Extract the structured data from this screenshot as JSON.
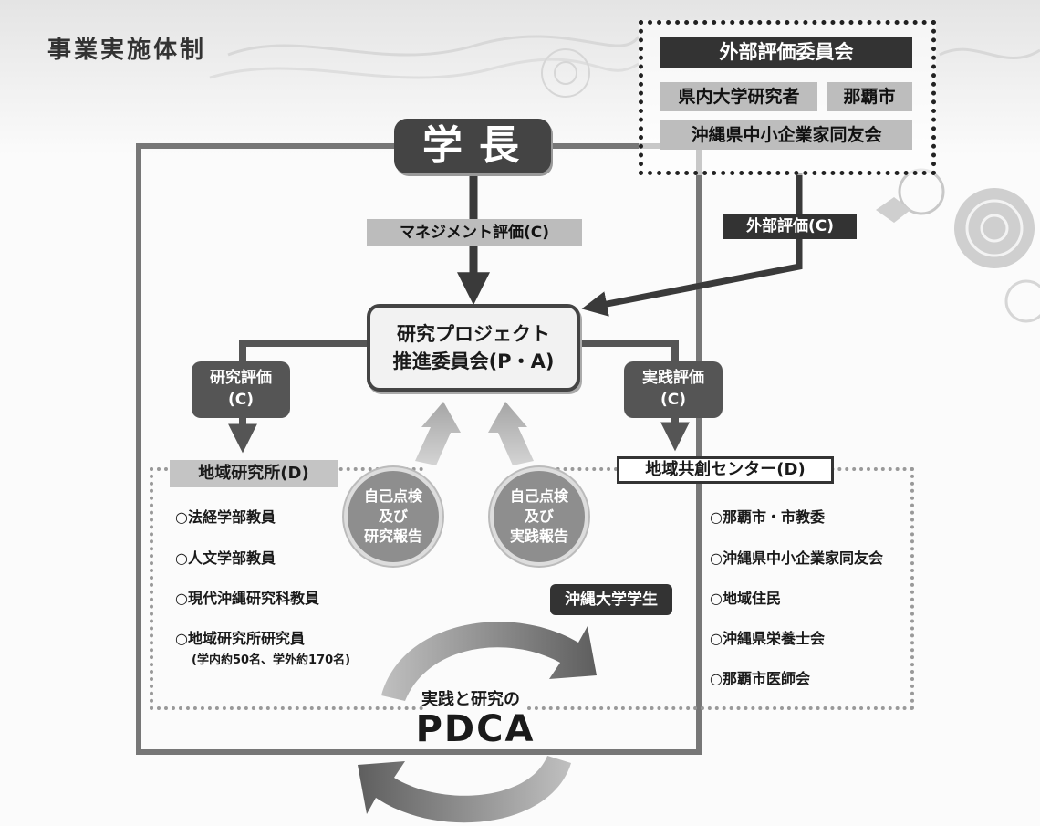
{
  "title": "事業実施体制",
  "president": "学長",
  "external_committee": {
    "header": "外部評価委員会",
    "members": [
      "県内大学研究者",
      "那覇市",
      "沖縄県中小企業家同友会"
    ]
  },
  "management_eval": "マネジメント評価(C)",
  "external_eval": "外部評価(C)",
  "committee": {
    "line1": "研究プロジェクト",
    "line2": "推進委員会(P・A)"
  },
  "research_eval": {
    "line1": "研究評価",
    "line2": "(C)"
  },
  "practice_eval": {
    "line1": "実践評価",
    "line2": "(C)"
  },
  "regional_institute": {
    "label": "地域研究所(D)",
    "members": [
      "○法経学部教員",
      "○人文学部教員",
      "○現代沖縄研究科教員",
      "○地域研究所研究員"
    ],
    "note": "(学内約50名、学外約170名)"
  },
  "co_creation_center": {
    "label": "地域共創センター(D)",
    "members": [
      "○那覇市・市教委",
      "○沖縄県中小企業家同友会",
      "○地域住民",
      "○沖縄県栄養士会",
      "○那覇市医師会"
    ]
  },
  "self_check_research": {
    "line1": "自己点検",
    "line2": "及び",
    "line3": "研究報告"
  },
  "self_check_practice": {
    "line1": "自己点検",
    "line2": "及び",
    "line3": "実践報告"
  },
  "students": "沖縄大学学生",
  "pdca": {
    "subtitle": "実践と研究の",
    "main": "PDCA"
  }
}
